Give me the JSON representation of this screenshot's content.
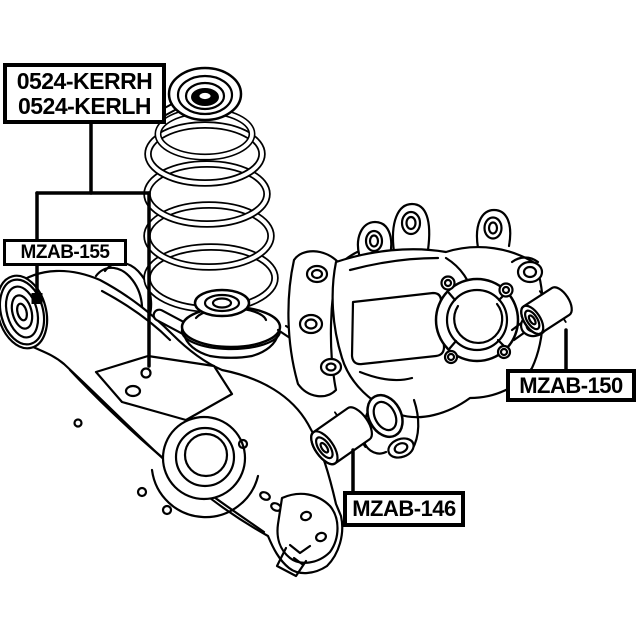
{
  "colors": {
    "background": "#ffffff",
    "line": "#000000"
  },
  "labels": {
    "shock_assembly": {
      "line1": "0524-KERRH",
      "line2": "0524-KERLH"
    },
    "front_arm_bushing": {
      "text": "MZAB-155"
    },
    "rear_knuckle_bushing": {
      "text": "MZAB-150"
    },
    "inner_arm_bushing": {
      "text": "MZAB-146"
    }
  }
}
